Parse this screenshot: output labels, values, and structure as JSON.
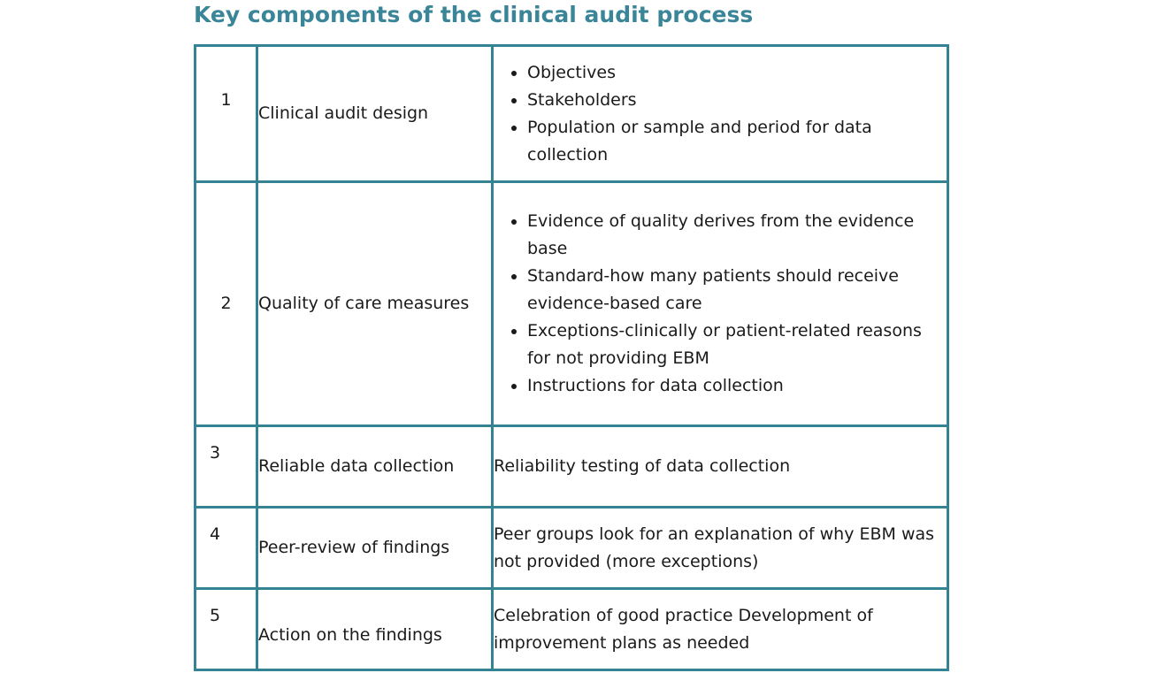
{
  "title": "Key components of the clinical audit process",
  "colors": {
    "accent": "#3a8597",
    "border": "#348394",
    "text": "#1a1a1a",
    "background": "#ffffff"
  },
  "table": {
    "rows": [
      {
        "number": "1",
        "component": "Clinical audit design",
        "elements": [
          "Objectives",
          "Stakeholders",
          "Population or sample and period for data collection"
        ]
      },
      {
        "number": "2",
        "component": "Quality of care measures",
        "elements": [
          "Evidence of quality derives from the evidence base",
          "Standard-how many patients should receive evidence-based care",
          "Exceptions-clinically or patient-related reasons for not providing EBM",
          "Instructions for data collection"
        ]
      },
      {
        "number": "3",
        "component": "Reliable data collection",
        "description": "Reliability testing of data collection"
      },
      {
        "number": "4",
        "component": "Peer-review of findings",
        "description": "Peer groups look for an explanation of why EBM was not provided (more exceptions)"
      },
      {
        "number": "5",
        "component": "Action on the findings",
        "description": "Celebration of good practice Development of improvement plans as needed"
      }
    ]
  }
}
